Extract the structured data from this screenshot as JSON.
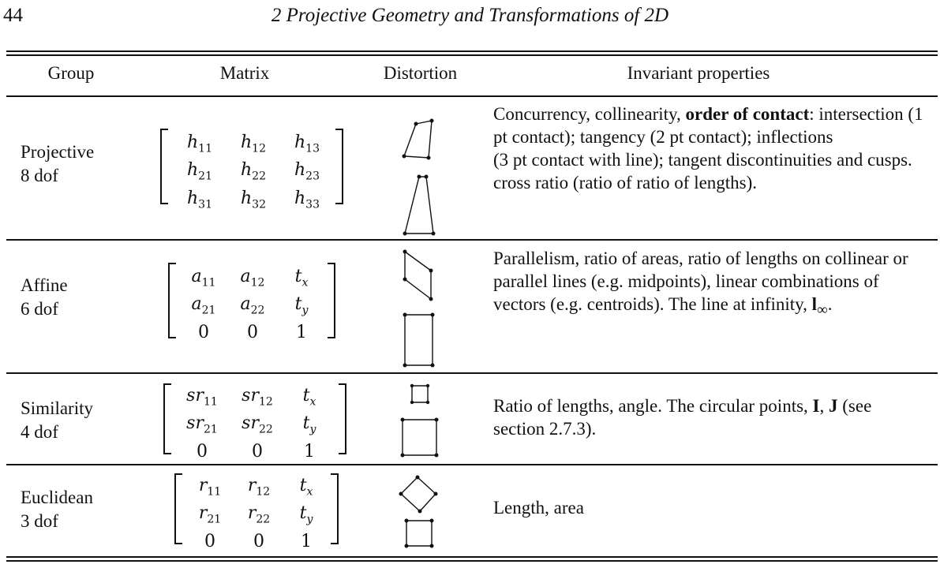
{
  "header": {
    "page_number": "44",
    "chapter_title": "2 Projective Geometry and Transformations of 2D"
  },
  "columns": [
    "Group",
    "Matrix",
    "Distortion",
    "Invariant properties"
  ],
  "rows": [
    {
      "group_line1": "Projective",
      "group_line2": "8 dof",
      "matrix": [
        "h11",
        "h12",
        "h13",
        "h21",
        "h22",
        "h23",
        "h31",
        "h32",
        "h33"
      ],
      "props_html": "Concurrency, collinearity, <b>order of contact</b>: intersection (1 pt contact); tangency (2 pt contact); inflections<br>(3 pt contact with line); tangent discontinuities and cusps. cross ratio (ratio of ratio of lengths)."
    },
    {
      "group_line1": "Affine",
      "group_line2": "6 dof",
      "matrix": [
        "a11",
        "a12",
        "tx",
        "a21",
        "a22",
        "ty",
        "0",
        "0",
        "1"
      ],
      "props_html": "Parallelism, ratio of areas, ratio of lengths on collinear or parallel lines (e.g. midpoints), linear combinations of vectors (e.g. centroids). The line at infinity, <b>l</b><sub>∞</sub>."
    },
    {
      "group_line1": "Similarity",
      "group_line2": "4 dof",
      "matrix": [
        "sr11",
        "sr12",
        "tx",
        "sr21",
        "sr22",
        "ty",
        "0",
        "0",
        "1"
      ],
      "props_html": "Ratio of lengths, angle. The circular points, <b>I</b>, <b>J</b> (see section 2.7.3)."
    },
    {
      "group_line1": "Euclidean",
      "group_line2": "3 dof",
      "matrix": [
        "r11",
        "r12",
        "tx",
        "r21",
        "r22",
        "ty",
        "0",
        "0",
        "1"
      ],
      "props_html": "Length, area"
    }
  ]
}
